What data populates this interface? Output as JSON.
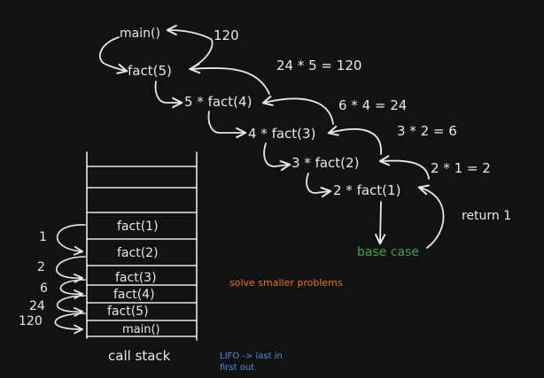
{
  "recursion": {
    "main": "main()",
    "ret_main": "120",
    "fact5": "fact(5)",
    "calc_24x5": "24  * 5 = 120",
    "step4": "5 * fact(4)",
    "calc_6x4": "6 * 4 = 24",
    "step3": "4 * fact(3)",
    "calc_3x2": "3 * 2 = 6",
    "step2": "3 * fact(2)",
    "calc_2x1": "2 * 1 = 2",
    "step1": "2 * fact(1)",
    "return1": "return 1",
    "base_case": "base case"
  },
  "stack": {
    "frames": [
      "fact(1)",
      "fact(2)",
      "fact(3)",
      "fact(4)",
      "fact(5)",
      "main()"
    ],
    "returns": [
      "1",
      "2",
      "6",
      "24",
      "120"
    ],
    "caption": "call stack"
  },
  "notes": {
    "solve": "solve smaller problems",
    "lifo_line1": "LIFO -> last in",
    "lifo_line2": "first out"
  },
  "colors": {
    "background": "#121212",
    "ink": "#e8e8e8",
    "base_case": "#3fa24a",
    "note_orange": "#e07b1a",
    "note_blue": "#4a8fe0"
  }
}
